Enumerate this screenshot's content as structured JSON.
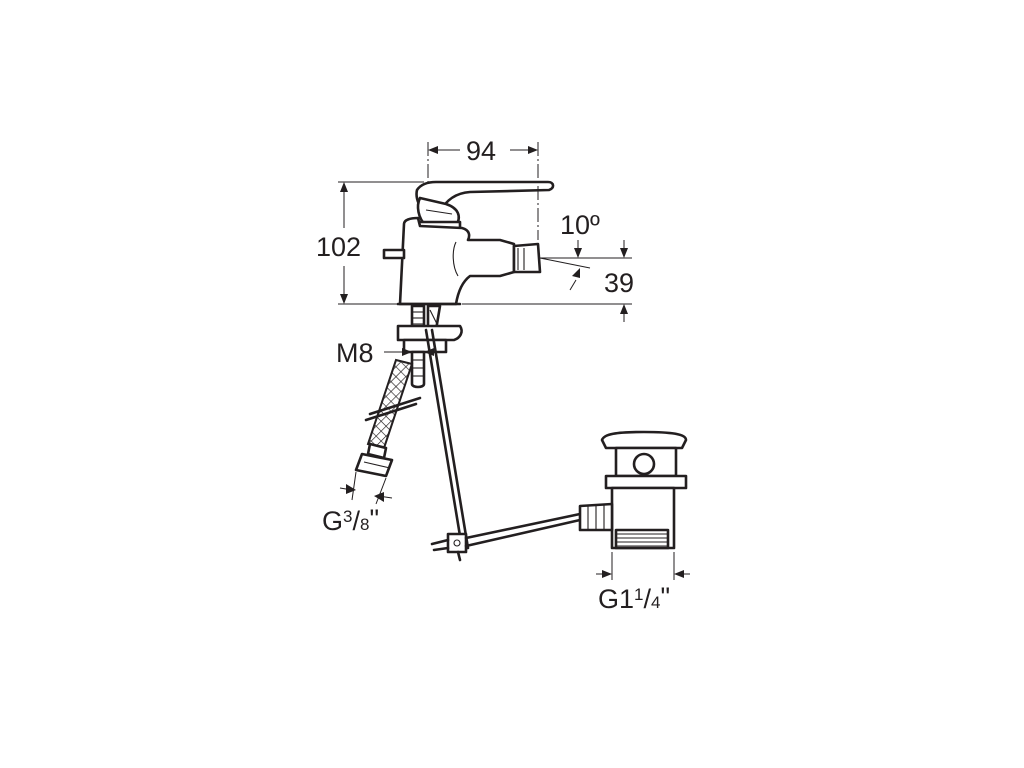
{
  "dimensions": {
    "width_label": "94",
    "height_label": "102",
    "angle_label": "10º",
    "spout_height_label": "39",
    "thread_label": "M8",
    "hose_label_main": "G",
    "hose_label_num": "3",
    "hose_label_slash": "/",
    "hose_label_den": "8",
    "hose_label_unit": "\"",
    "waste_label_main": "G1",
    "waste_label_num": "1",
    "waste_label_slash": "/",
    "waste_label_den": "4",
    "waste_label_unit": "\""
  }
}
